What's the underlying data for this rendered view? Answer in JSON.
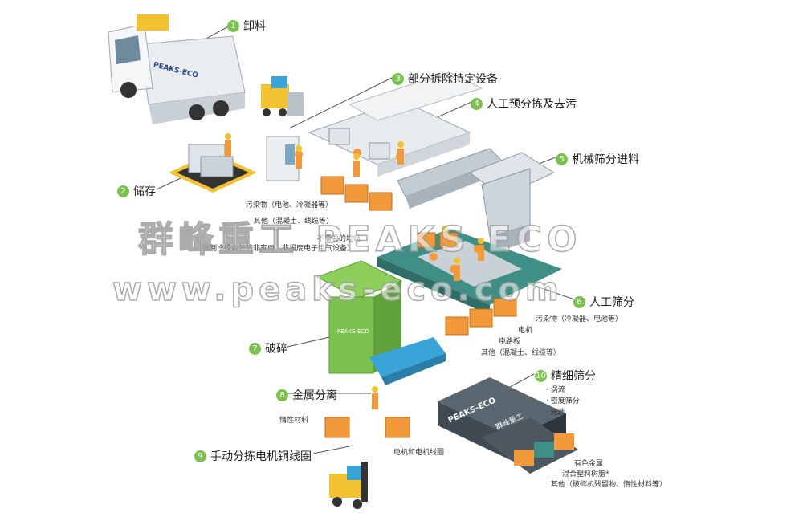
{
  "steps": [
    {
      "num": "1",
      "label": "卸料"
    },
    {
      "num": "2",
      "label": "储存"
    },
    {
      "num": "3",
      "label": "部分拆除特定设备"
    },
    {
      "num": "4",
      "label": "人工预分拣及去污"
    },
    {
      "num": "5",
      "label": "机械筛分进料"
    },
    {
      "num": "6",
      "label": "人工筛分"
    },
    {
      "num": "7",
      "label": "破碎"
    },
    {
      "num": "8",
      "label": "金属分离"
    },
    {
      "num": "9",
      "label": "手动分拣电机铜线圈"
    },
    {
      "num": "10",
      "label": "精细筛分"
    }
  ],
  "notes": {
    "sort_pollutants": "污染物（电池、冷凝器等）",
    "sort_other": "其他（混凝土、线缆等）",
    "sort_unwanted_1": "不需要的垃圾",
    "sort_unwanted_2": "（除制冷设备外的非家电、非报废电子电气设备）",
    "manual_pollutants": "污染物（冷凝器、电池等）",
    "manual_motor": "电机",
    "manual_pcb": "电路板",
    "manual_other": "其他（混凝土、线缆等）",
    "fine_1": "· 涡流",
    "fine_2": "· 密度筛分",
    "fine_3": "· 光选",
    "inert": "惰性材料",
    "motor_coils": "电机和电机线圈",
    "out_metal": "有色金属",
    "out_plastic": "混合塑料树脂*",
    "out_other": "其他（破碎机残留物、惰性材料等）"
  },
  "brand": {
    "logo": "PEAKS-ECO",
    "cn": "群峰重工"
  },
  "watermark": {
    "line1": "群峰重工 PEAKS ECO",
    "line2": "www.peaks-eco.com"
  },
  "colors": {
    "green": "#7cc150",
    "orange": "#f29a3a",
    "teal": "#3f8f86",
    "blue": "#3aa4d8",
    "gray": "#cdd3d8"
  }
}
